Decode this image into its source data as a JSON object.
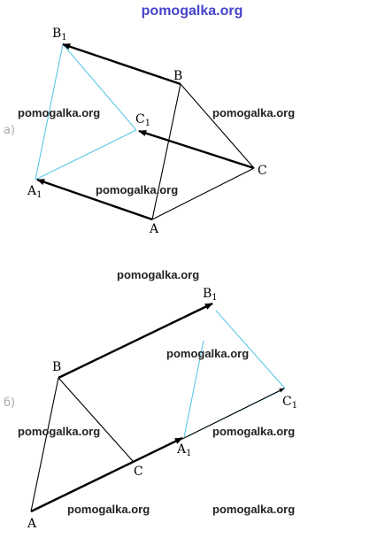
{
  "site": "pomogalka.org",
  "watermark": "pomogalka.org",
  "figure_a": {
    "part_label": "а)",
    "points": {
      "B1": "B",
      "B1_sub": "1",
      "B": "B",
      "C1": "C",
      "C1_sub": "1",
      "C": "C",
      "A1": "A",
      "A1_sub": "1",
      "A": "A"
    }
  },
  "figure_b": {
    "part_label": "б)",
    "points": {
      "B1": "B",
      "B1_sub": "1",
      "B": "B",
      "C1": "C",
      "C1_sub": "1",
      "C": "C",
      "A1": "A",
      "A1_sub": "1",
      "A": "A"
    }
  }
}
